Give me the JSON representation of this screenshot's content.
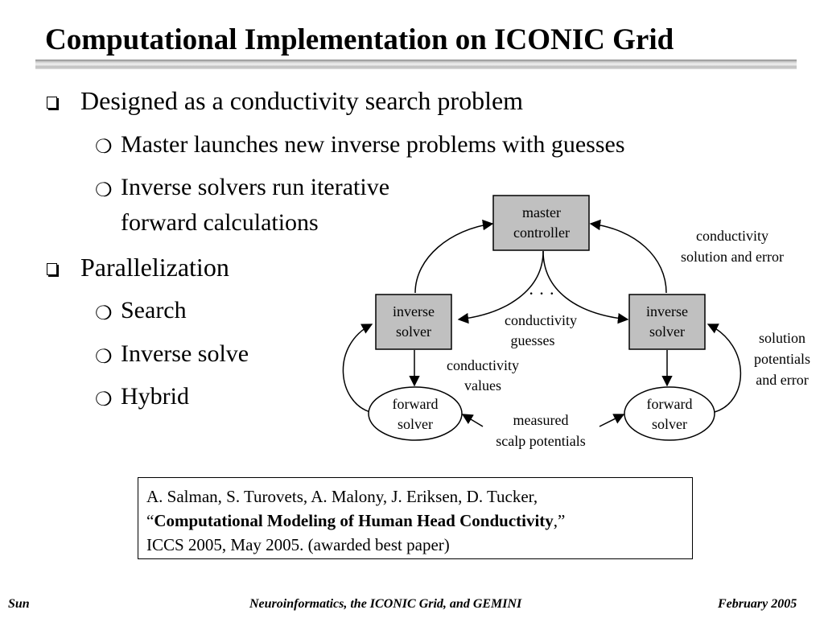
{
  "slide": {
    "title": "Computational Implementation on ICONIC Grid",
    "bullets": {
      "b1": "Designed as a conductivity search problem",
      "b1a": "Master launches new inverse problems with guesses",
      "b1b_l1": "Inverse solvers run iterative",
      "b1b_l2": "forward calculations",
      "b2": "Parallelization",
      "b2a": "Search",
      "b2b": "Inverse solve",
      "b2c": "Hybrid"
    },
    "diagram": {
      "master_l1": "master",
      "master_l2": "controller",
      "inv_l1": "inverse",
      "inv_l2": "solver",
      "fwd_l1": "forward",
      "fwd_l2": "solver",
      "dots": "· · ·",
      "guesses_l1": "conductivity",
      "guesses_l2": "guesses",
      "values_l1": "conductivity",
      "values_l2": "values",
      "measured_l1": "measured",
      "measured_l2": "scalp potentials",
      "sol_err_l1": "conductivity",
      "sol_err_l2": "solution and error",
      "pot_l1": "solution",
      "pot_l2": "potentials",
      "pot_l3": "and error"
    },
    "reference": {
      "line1": "A. Salman, S. Turovets, A. Malony, J. Eriksen, D. Tucker,",
      "open_quote": "“",
      "paper_title": "Computational Modeling of Human Head Conductivity",
      "close_quote": ",”",
      "line3": "ICCS 2005, May 2005. (awarded best paper)"
    },
    "footer": {
      "left": "Sun",
      "center": "Neuroinformatics, the ICONIC Grid, and GEMINI",
      "right": "February 2005"
    },
    "colors": {
      "box_fill": "#c0c0c0",
      "text": "#000000"
    }
  }
}
